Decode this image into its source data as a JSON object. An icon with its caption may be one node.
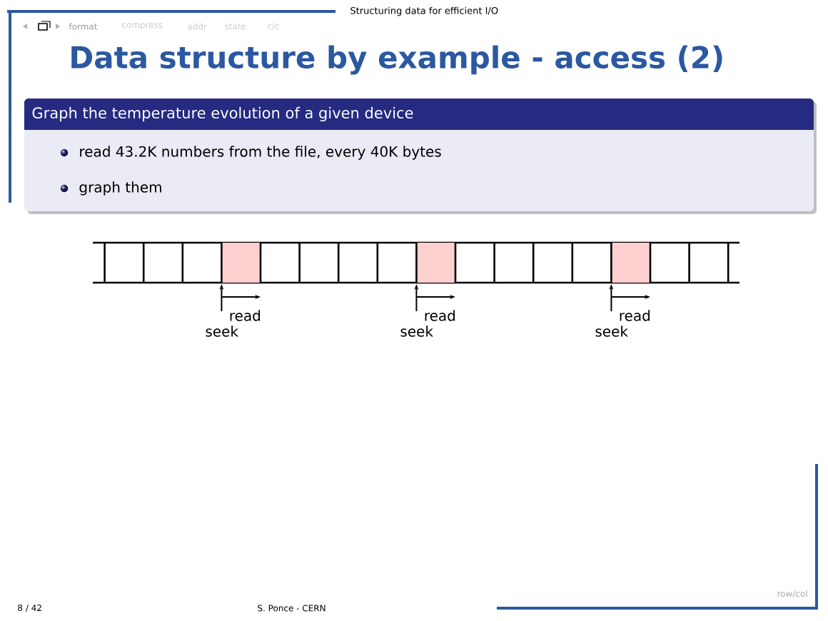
{
  "diagram": {
    "title": "Data structure by example - access (2)",
    "nodes": [
      {
        "text": [
          "Graph the temperature evolution of a given device",
          "read 43.2K numbers from the file, every 40K bytes",
          "graph them"
        ]
      }
    ],
    "labels": [
      "Structuring data for efficient I/O",
      "format",
      "compress",
      "addr",
      "state",
      "c/c",
      "read",
      "seek",
      "read",
      "seek",
      "read",
      "seek",
      "row/col",
      "8 / 42",
      "S. Ponce - CERN"
    ]
  }
}
